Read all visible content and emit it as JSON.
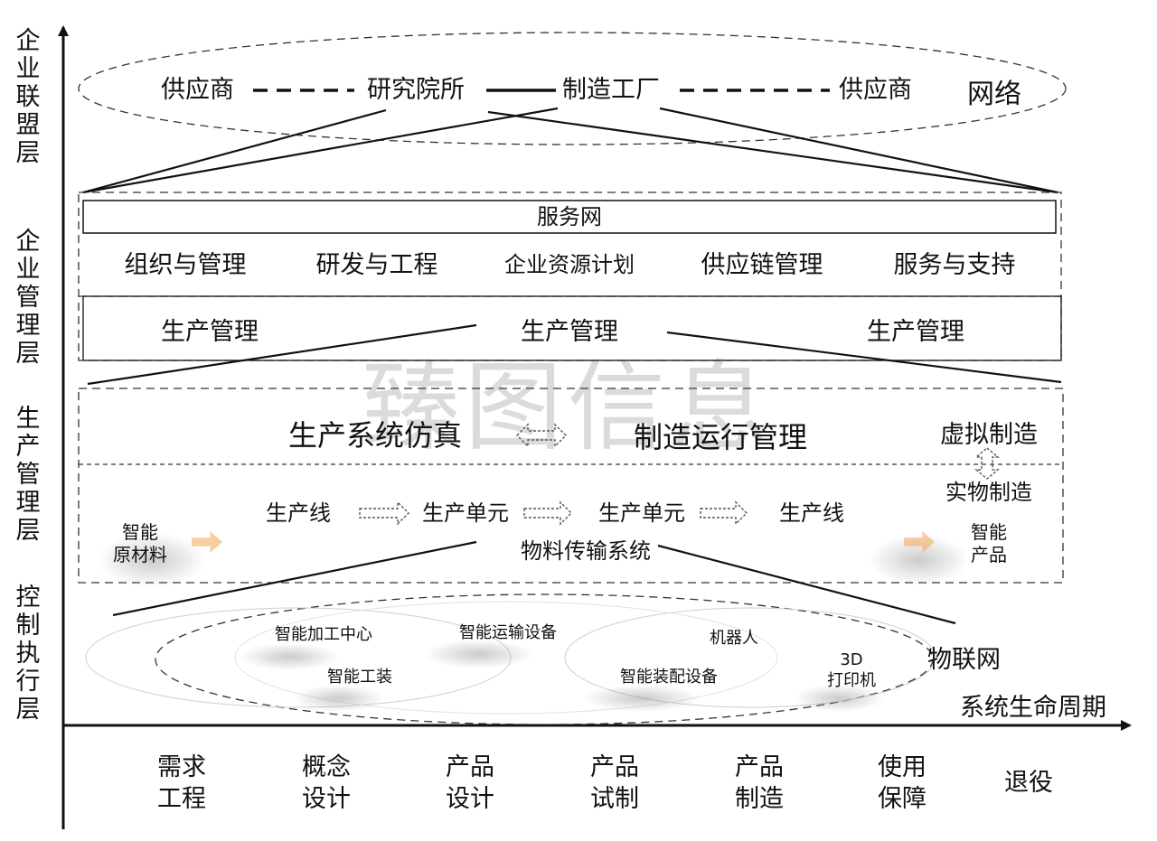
{
  "axes": {
    "y_layers": [
      "企业联盟层",
      "企业管理层",
      "生产管理层",
      "控制执行层"
    ],
    "x_label": "系统生命周期",
    "x_stages": [
      [
        "需求",
        "工程"
      ],
      [
        "概念",
        "设计"
      ],
      [
        "产品",
        "设计"
      ],
      [
        "产品",
        "试制"
      ],
      [
        "产品",
        "制造"
      ],
      [
        "使用",
        "保障"
      ],
      [
        "退役"
      ]
    ]
  },
  "alliance": {
    "nodes": [
      "供应商",
      "研究院所",
      "制造工厂",
      "供应商"
    ],
    "label": "网络"
  },
  "enterprise": {
    "service_net": "服务网",
    "functions": [
      "组织与管理",
      "研发与工程",
      "企业资源计划",
      "供应链管理",
      "服务与支持"
    ],
    "production_mgmt": [
      "生产管理",
      "生产管理",
      "生产管理"
    ]
  },
  "production": {
    "simulation": "生产系统仿真",
    "mes": "制造运行管理",
    "virtual": "虚拟制造",
    "physical": "实物制造",
    "flow": [
      "生产线",
      "生产单元",
      "生产单元",
      "生产线"
    ],
    "material_system": "物料传输系统",
    "input": [
      "智能",
      "原材料"
    ],
    "output": [
      "智能",
      "产品"
    ]
  },
  "control": {
    "devices": [
      "智能加工中心",
      "智能运输设备",
      "机器人",
      "智能工装",
      "智能装配设备"
    ],
    "printer": [
      "3D",
      "打印机"
    ],
    "label": "物联网"
  },
  "watermark": "臻图信息"
}
